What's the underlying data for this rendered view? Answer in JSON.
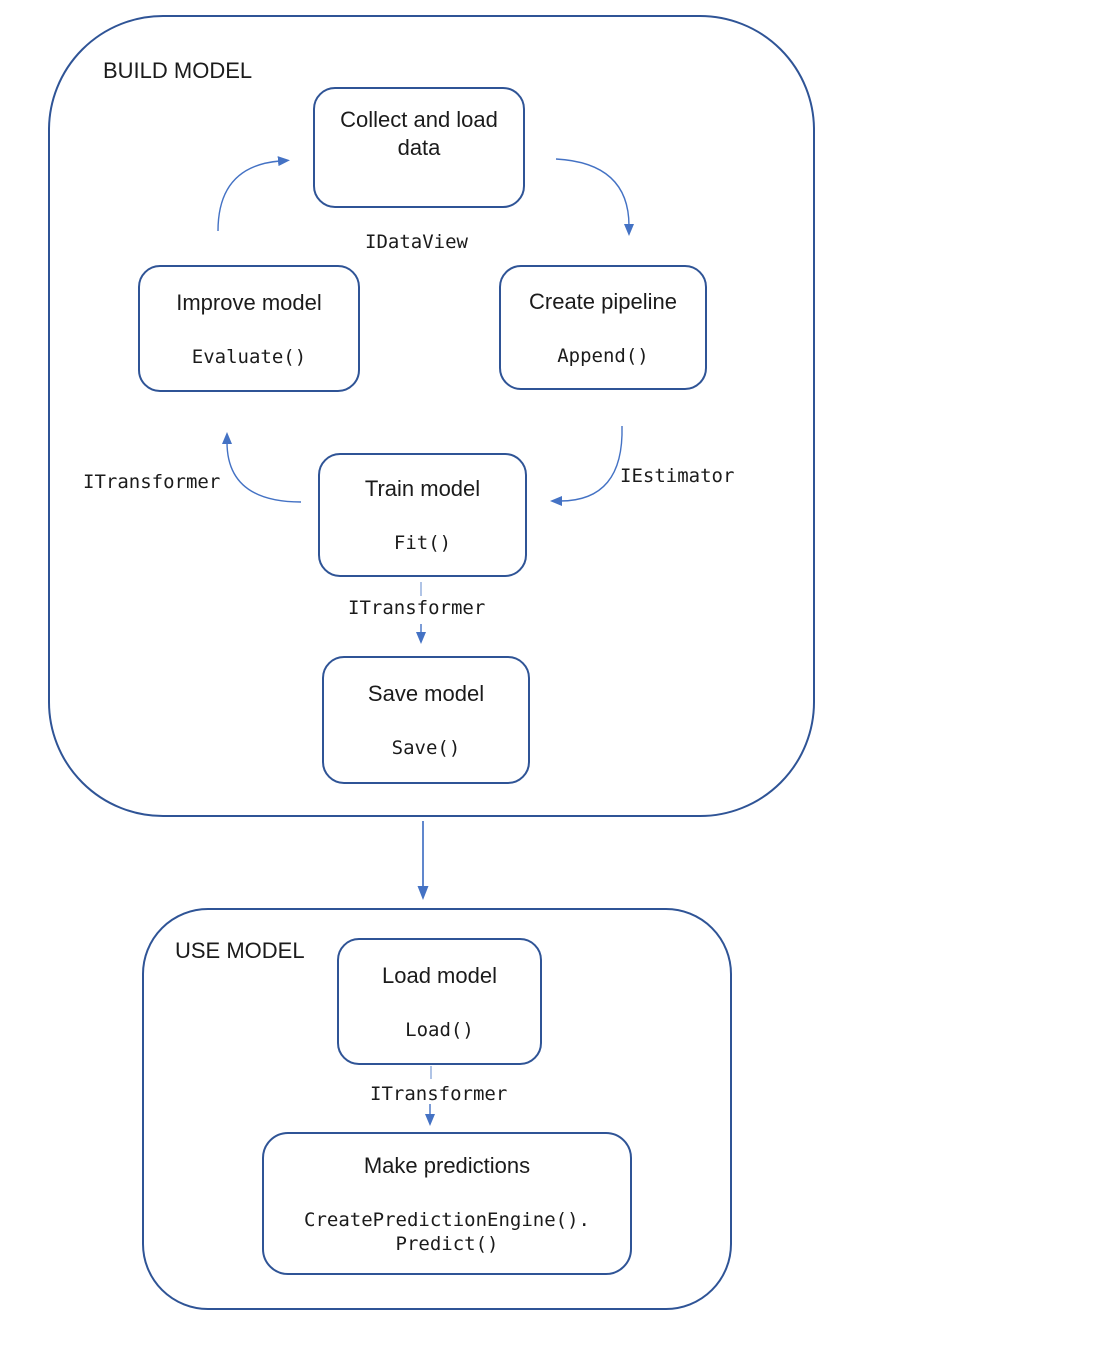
{
  "colors": {
    "box_border": "#2F5496",
    "container_border": "#2F5496",
    "arrow": "#4472C4",
    "dash": "#8FAADC",
    "text": "#1B1B1B",
    "background": "#FFFFFF"
  },
  "build": {
    "label": "BUILD MODEL",
    "nodes": {
      "collect": {
        "title": "Collect and load data",
        "code": ""
      },
      "create": {
        "title": "Create pipeline",
        "code": "Append()"
      },
      "train": {
        "title": "Train model",
        "code": "Fit()"
      },
      "improve": {
        "title": "Improve model",
        "code": "Evaluate()"
      },
      "save": {
        "title": "Save model",
        "code": "Save()"
      }
    },
    "edge_labels": {
      "collect_output": "IDataView",
      "create_to_train": "IEstimator",
      "train_to_improve": "ITransformer",
      "train_to_save": "ITransformer"
    }
  },
  "use": {
    "label": "USE MODEL",
    "nodes": {
      "load": {
        "title": "Load model",
        "code": "Load()"
      },
      "predict": {
        "title": "Make predictions",
        "code": "CreatePredictionEngine().\nPredict()"
      }
    },
    "edge_labels": {
      "load_to_predict": "ITransformer"
    }
  }
}
